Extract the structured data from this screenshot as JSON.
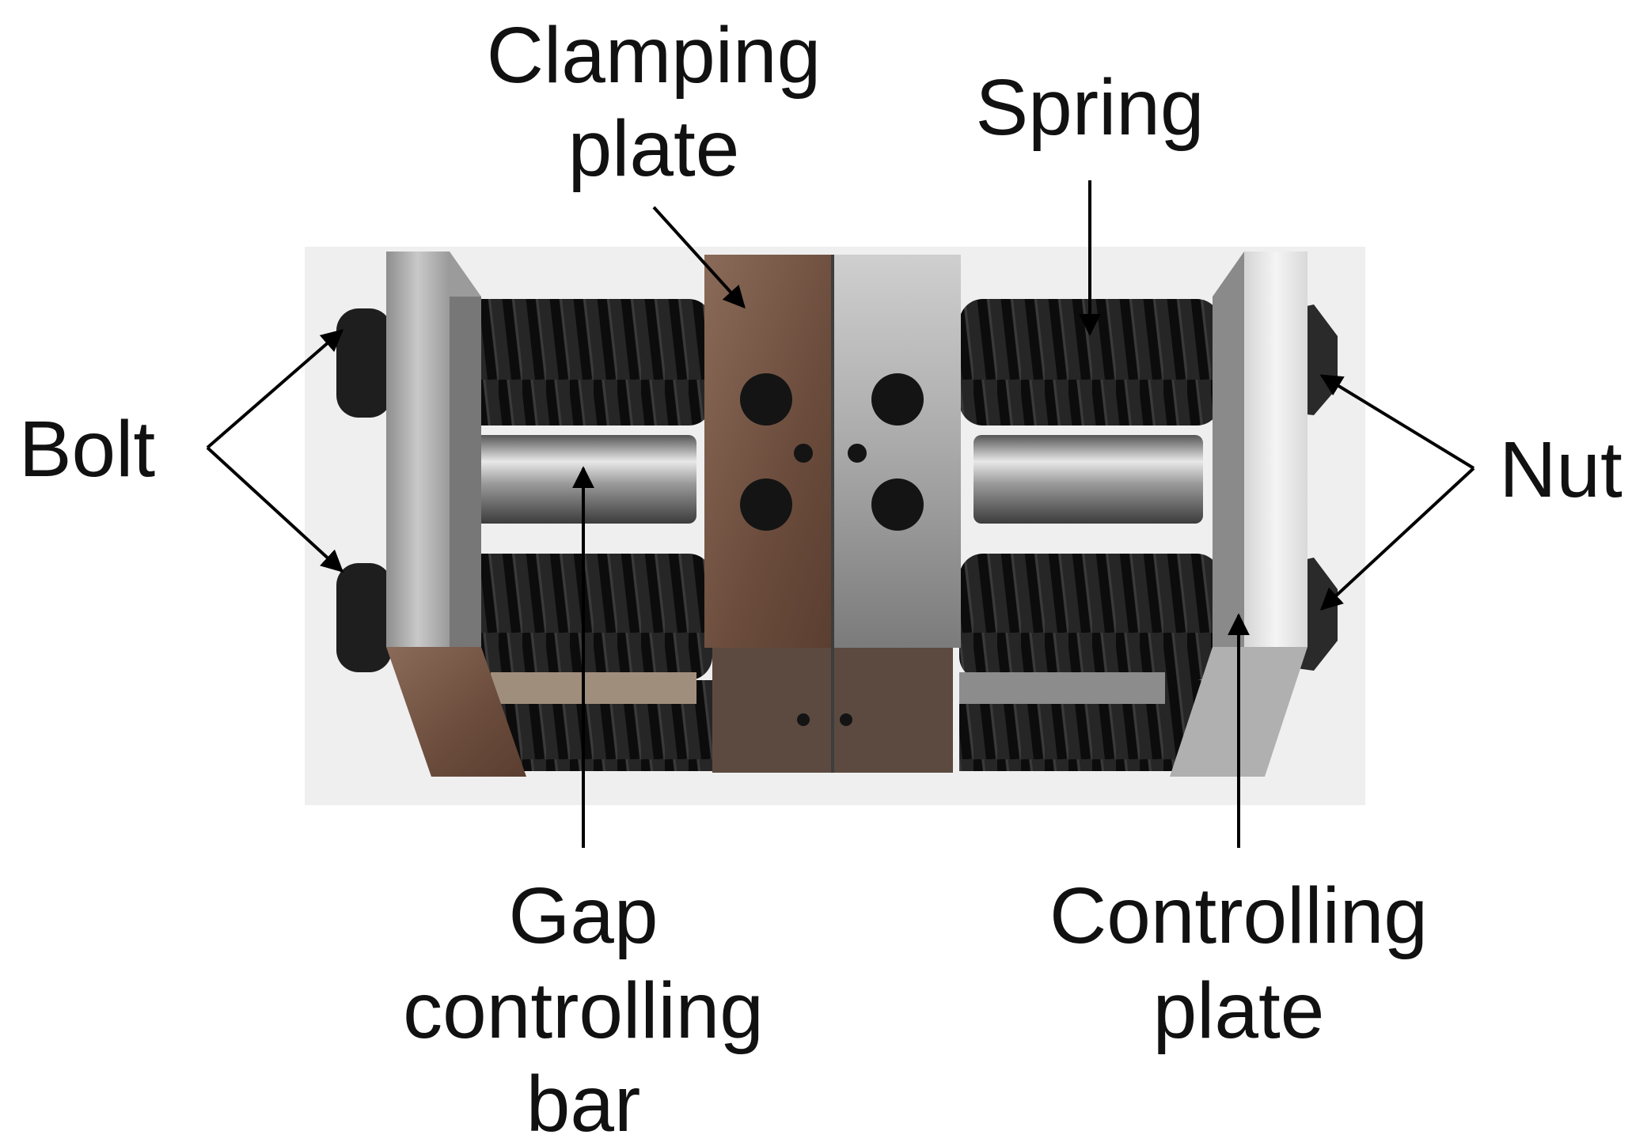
{
  "labels": {
    "clamping_plate": [
      "Clamping",
      "plate"
    ],
    "spring": "Spring",
    "bolt": "Bolt",
    "nut": "Nut",
    "gap_controlling_bar": [
      "Gap",
      "controlling",
      "bar"
    ],
    "controlling_plate": [
      "Controlling",
      "plate"
    ]
  },
  "colors": {
    "background": "#ffffff",
    "photo_background": "#eeeeee",
    "spring_black": "#1c1c1c",
    "steel_light": "#b8b8b8",
    "steel_dark": "#6e6e6e",
    "rust_brown": "#7a5a48",
    "arrow": "#000000"
  }
}
